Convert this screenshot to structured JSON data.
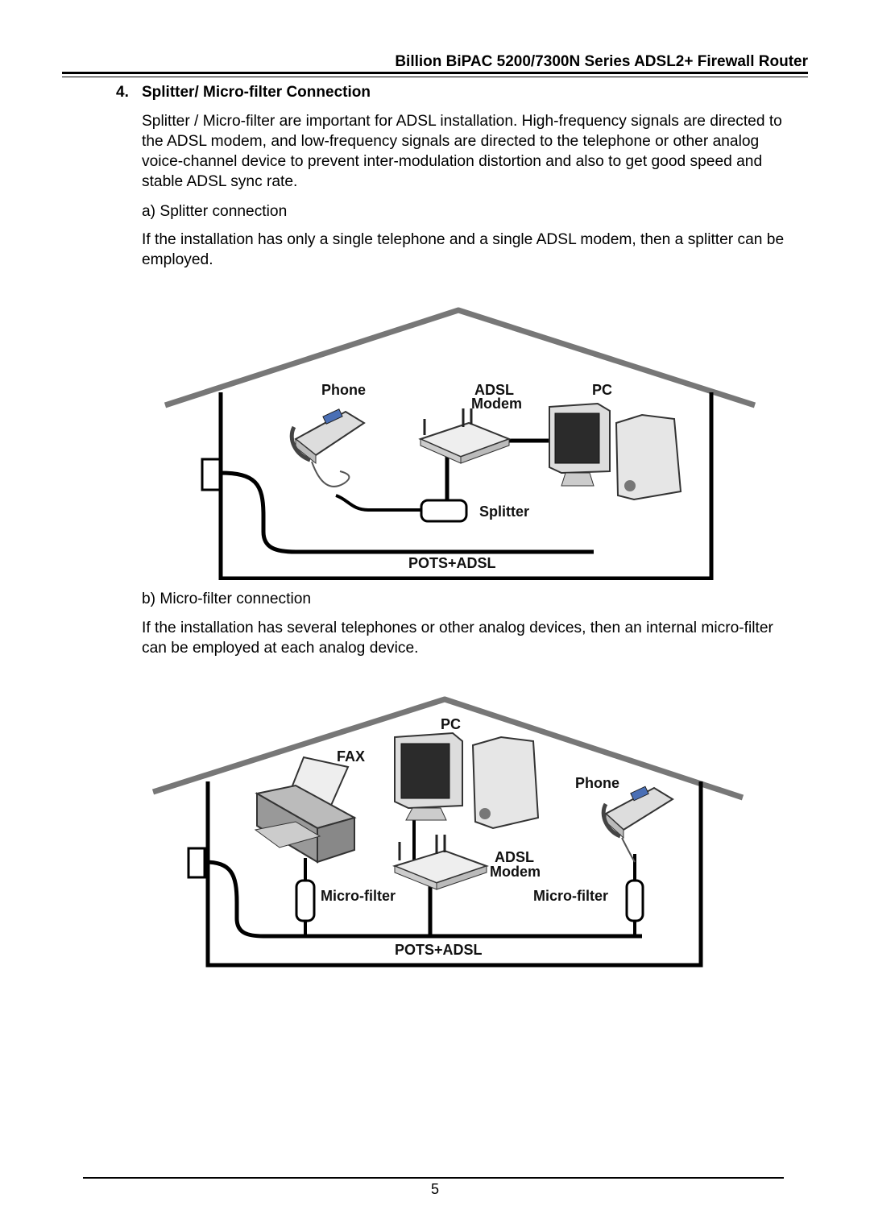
{
  "header": {
    "title": "Billion BiPAC 5200/7300N Series ADSL2+ Firewall Router"
  },
  "section": {
    "number": "4.",
    "title": "Splitter/ Micro-filter Connection",
    "intro": "Splitter / Micro-filter are important for ADSL installation. High-frequency signals are directed to the ADSL modem, and low-frequency signals are directed to the telephone or other analog voice-channel device to prevent inter-modulation distortion and also to get good speed and stable ADSL sync rate."
  },
  "splitter": {
    "heading": "a) Splitter connection",
    "text": "If the installation has only a single telephone and a single ADSL modem, then a splitter can be employed.",
    "figure": {
      "phone": "Phone",
      "adsl": "ADSL",
      "modem": "Modem",
      "pc": "PC",
      "splitter": "Splitter",
      "line": "POTS+ADSL"
    }
  },
  "microfilter": {
    "heading": "b) Micro-filter connection",
    "text": "If the installation has several telephones or other analog devices, then an internal micro-filter can be employed at each analog device.",
    "figure": {
      "pc": "PC",
      "fax": "FAX",
      "phone": "Phone",
      "adsl": "ADSL",
      "modem": "Modem",
      "filter_left": "Micro-filter",
      "filter_right": "Micro-filter",
      "line": "POTS+ADSL"
    }
  },
  "footer": {
    "page_number": "5"
  }
}
